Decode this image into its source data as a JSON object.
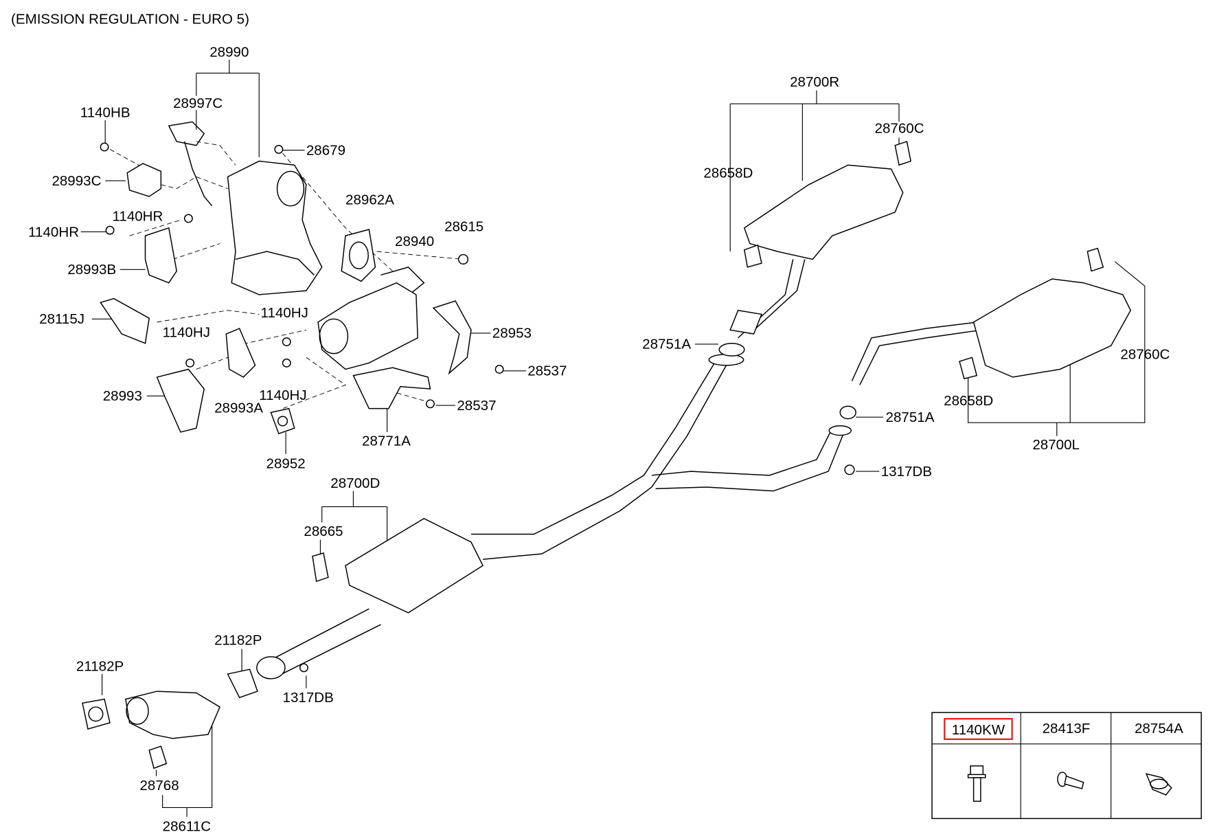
{
  "title": "(EMISSION REGULATION - EURO 5)",
  "labels": [
    "28990",
    "28997C",
    "1140HB",
    "28679",
    "28993C",
    "1140HR",
    "1140HR",
    "28993B",
    "28962A",
    "28940",
    "28615",
    "28115J",
    "1140HJ",
    "1140HJ",
    "28953",
    "28537",
    "28993",
    "28993A",
    "1140HJ",
    "28537",
    "28771A",
    "28952",
    "28700R",
    "28760C",
    "28658D",
    "28751A",
    "28760C",
    "28658D",
    "28751A",
    "28700L",
    "1317DB",
    "28700D",
    "28665",
    "21182P",
    "21182P",
    "1317DB",
    "28768",
    "28611C"
  ],
  "legend_table": {
    "items": [
      {
        "part": "1140KW",
        "icon": "flange-bolt-icon",
        "highlighted": true
      },
      {
        "part": "28413F",
        "icon": "bolt-icon",
        "highlighted": false
      },
      {
        "part": "28754A",
        "icon": "gasket-icon",
        "highlighted": false
      }
    ],
    "highlight_color": "#e02020"
  }
}
